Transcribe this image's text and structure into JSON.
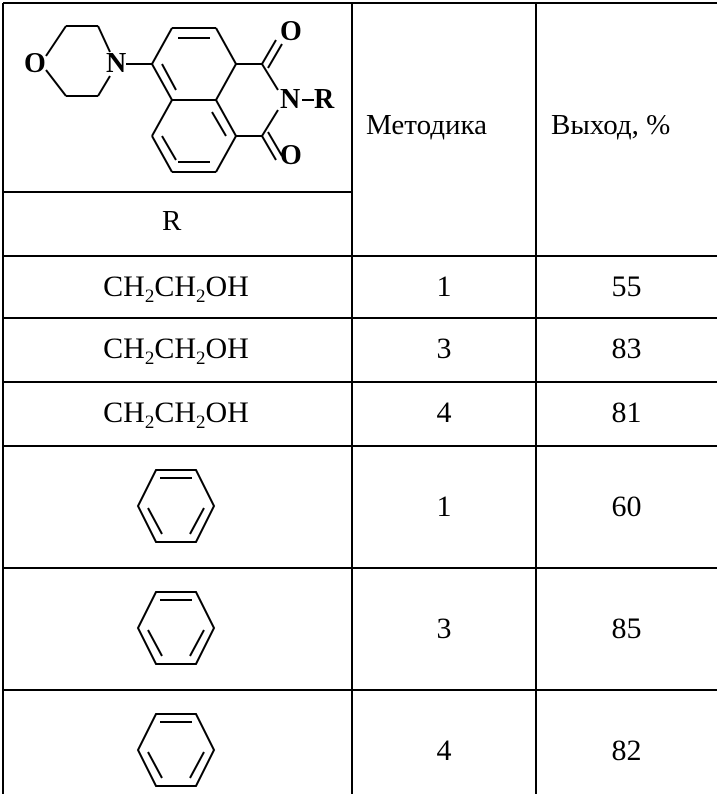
{
  "table": {
    "header": {
      "structure_substituent_label": "R",
      "method_label": "Методика",
      "yield_label": "Выход, %"
    },
    "structure_atoms": {
      "oxygen_morpholine": "O",
      "nitrogen_morpholine": "N",
      "oxygen_top": "O",
      "oxygen_bottom": "O",
      "imide_nitrogen": "N",
      "imide_substituent": "R"
    },
    "rows": [
      {
        "substituent": "hydroxyethyl",
        "method": "1",
        "yield": "55"
      },
      {
        "substituent": "hydroxyethyl",
        "method": "3",
        "yield": "83"
      },
      {
        "substituent": "hydroxyethyl",
        "method": "4",
        "yield": "81"
      },
      {
        "substituent": "phenyl",
        "method": "1",
        "yield": "60"
      },
      {
        "substituent": "phenyl",
        "method": "3",
        "yield": "85"
      },
      {
        "substituent": "phenyl",
        "method": "4",
        "yield": "82"
      }
    ],
    "formula_parts": {
      "ch": "CH",
      "sub2": "2",
      "oh": "OH"
    }
  }
}
